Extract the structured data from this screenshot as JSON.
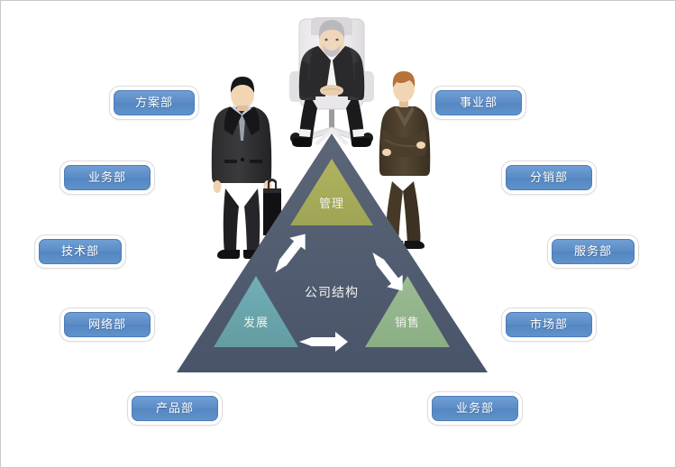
{
  "diagram": {
    "title": "公司结构",
    "pyramid": {
      "center_label": "公司结构",
      "segments": [
        {
          "id": "management",
          "label": "管理",
          "color": "#a8ad5a",
          "position": "top"
        },
        {
          "id": "development",
          "label": "发展",
          "color": "#6aa7ae",
          "position": "bottom-left"
        },
        {
          "id": "sales",
          "label": "销售",
          "color": "#94b58c",
          "position": "bottom-right"
        }
      ],
      "base_color": "#4f5b70",
      "arrow_color": "#ffffff",
      "arrows": [
        {
          "from": "development",
          "to": "management",
          "style": "double"
        },
        {
          "from": "management",
          "to": "sales",
          "style": "double"
        },
        {
          "from": "development",
          "to": "sales",
          "style": "double"
        }
      ]
    },
    "figures": [
      {
        "id": "seated-executive",
        "description": "seated-executive-in-office-chair"
      },
      {
        "id": "standing-businessman",
        "description": "standing-businessman-with-briefcase"
      },
      {
        "id": "standing-businesswoman",
        "description": "standing-businesswoman-arms-crossed"
      }
    ],
    "accent_color": "#5b8fca",
    "departments": {
      "left": [
        {
          "id": "plan",
          "label": "方案部"
        },
        {
          "id": "operations-left",
          "label": "业务部"
        },
        {
          "id": "technology",
          "label": "技术部"
        },
        {
          "id": "network",
          "label": "网络部"
        }
      ],
      "right": [
        {
          "id": "business-unit",
          "label": "事业部"
        },
        {
          "id": "distribution",
          "label": "分销部"
        },
        {
          "id": "service",
          "label": "服务部"
        },
        {
          "id": "marketing",
          "label": "市场部"
        }
      ],
      "bottom": [
        {
          "id": "product",
          "label": "产品部"
        },
        {
          "id": "operations-bottom",
          "label": "业务部"
        }
      ]
    }
  }
}
